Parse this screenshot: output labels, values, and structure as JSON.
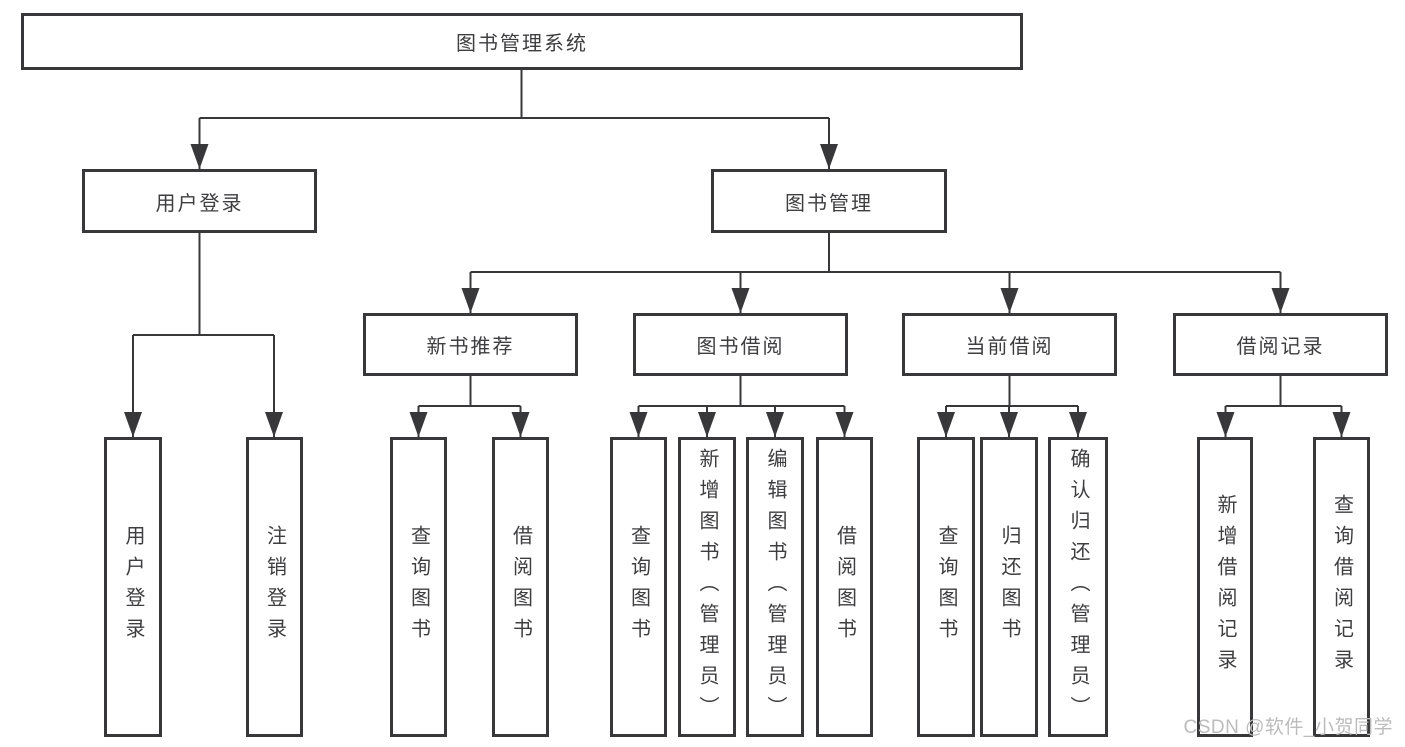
{
  "tree": {
    "label": "图书管理系统",
    "children": [
      {
        "label": "用户登录",
        "children": [
          {
            "label": "用户登录"
          },
          {
            "label": "注销登录"
          }
        ]
      },
      {
        "label": "图书管理",
        "children": [
          {
            "label": "新书推荐",
            "children": [
              {
                "label": "查询图书"
              },
              {
                "label": "借阅图书"
              }
            ]
          },
          {
            "label": "图书借阅",
            "children": [
              {
                "label": "查询图书"
              },
              {
                "label": "新增图书（管理员）"
              },
              {
                "label": "编辑图书（管理员）"
              },
              {
                "label": "借阅图书"
              }
            ]
          },
          {
            "label": "当前借阅",
            "children": [
              {
                "label": "查询图书"
              },
              {
                "label": "归还图书"
              },
              {
                "label": "确认归还（管理员）"
              }
            ]
          },
          {
            "label": "借阅记录",
            "children": [
              {
                "label": "新增借阅记录"
              },
              {
                "label": "查询借阅记录"
              }
            ]
          }
        ]
      }
    ]
  },
  "watermark": "CSDN @软件_小贺同学",
  "colors": {
    "line": "#38383a",
    "text": "#3e3e40",
    "box_background": "#ffffff",
    "watermark": "#bcbcbc"
  }
}
